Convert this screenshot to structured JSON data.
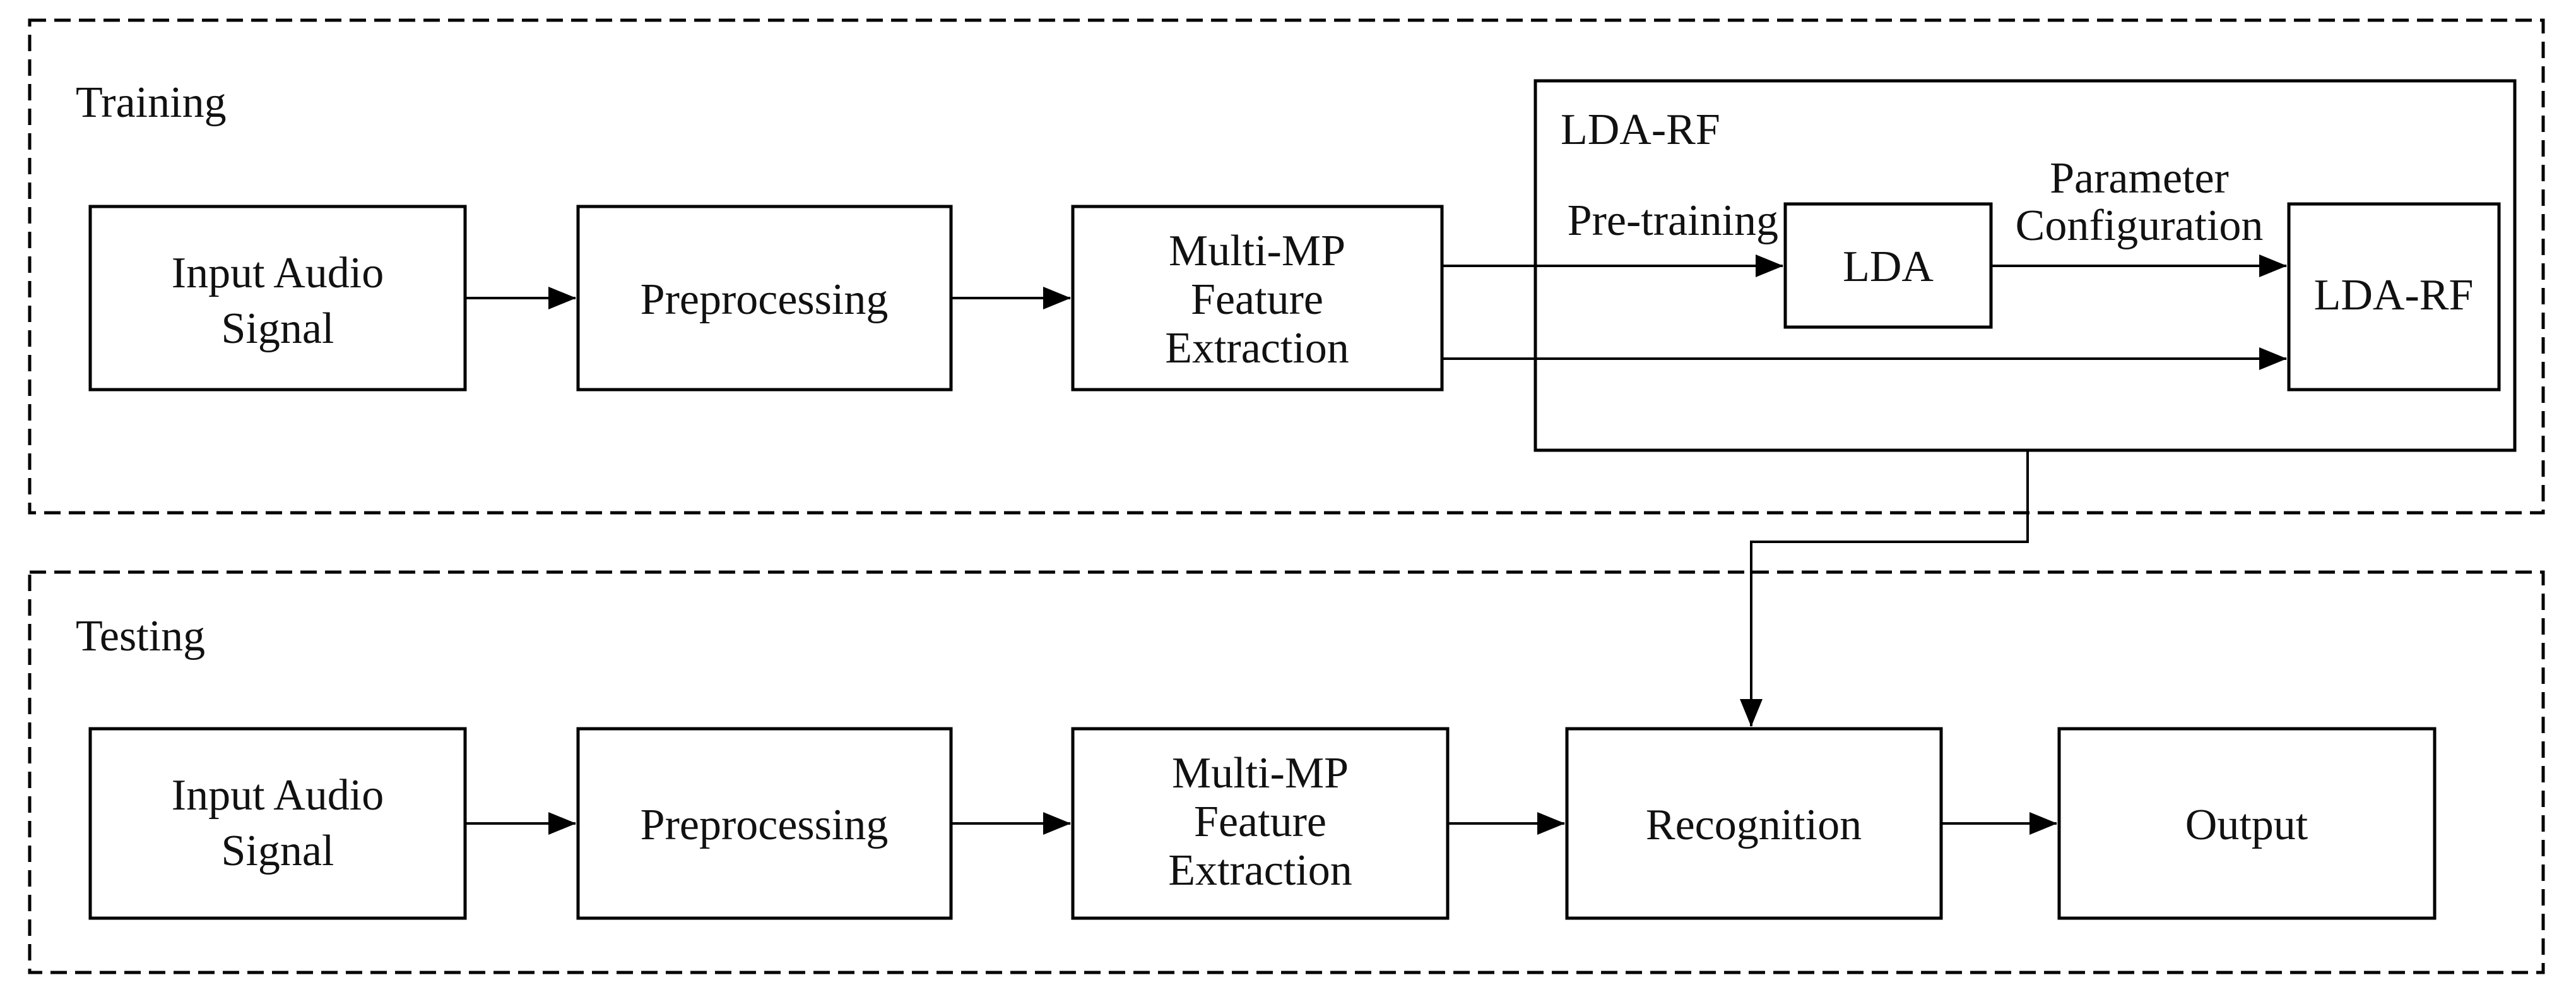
{
  "colors": {
    "background": "#ffffff",
    "line": "#000000",
    "text": "#111111"
  },
  "training": {
    "section_label": "Training",
    "input_audio_box": {
      "lines": [
        "Input Audio",
        "Signal"
      ]
    },
    "preprocessing_box": {
      "label": "Preprocessing"
    },
    "feature_box": {
      "lines": [
        "Multi-MP",
        "Feature",
        "Extraction"
      ]
    },
    "lda_rf_group": {
      "group_label": "LDA-RF",
      "pretraining_label": "Pre-training",
      "lda_box": {
        "label": "LDA"
      },
      "parameter_label": {
        "lines": [
          "Parameter",
          "Configuration"
        ]
      },
      "lda_rf_box": {
        "label": "LDA-RF"
      }
    }
  },
  "testing": {
    "section_label": "Testing",
    "input_audio_box": {
      "lines": [
        "Input Audio",
        "Signal"
      ]
    },
    "preprocessing_box": {
      "label": "Preprocessing"
    },
    "feature_box": {
      "lines": [
        "Multi-MP",
        "Feature",
        "Extraction"
      ]
    },
    "recognition_box": {
      "label": "Recognition"
    },
    "output_box": {
      "label": "Output"
    }
  }
}
